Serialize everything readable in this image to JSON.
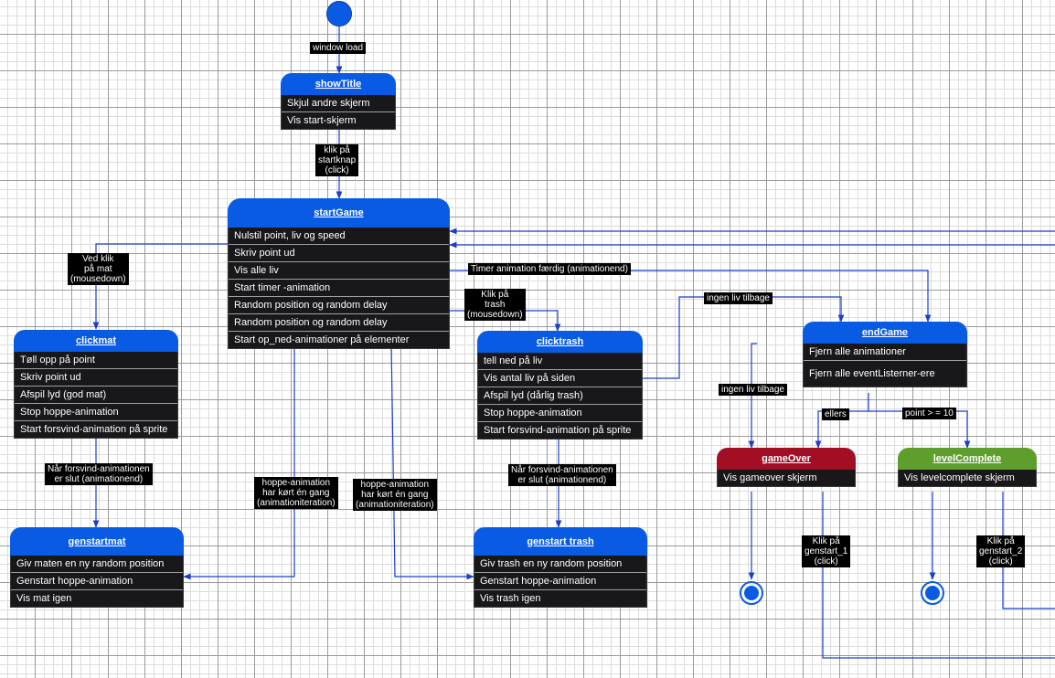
{
  "states": {
    "showTitle": {
      "title": "showTitle",
      "rows": [
        "Skjul andre skjerm",
        "Vis start-skjerm"
      ]
    },
    "startGame": {
      "title": "startGame",
      "rows": [
        "Nulstil point, liv og speed",
        "Skriv point ud",
        "Vis alle liv",
        "Start timer -animation",
        "Random position og random delay",
        "Random position og random delay",
        "Start op_ned-animationer på elementer"
      ]
    },
    "clickmat": {
      "title": "clickmat",
      "rows": [
        "Tøll opp på point",
        "Skriv point ud",
        "Afspil lyd (god mat)",
        "Stop hoppe-animation",
        "Start forsvind-animation på sprite"
      ]
    },
    "clicktrash": {
      "title": "clicktrash",
      "rows": [
        "tell ned på liv",
        "Vis antal liv på siden",
        "Afspil lyd (dårlig trash)",
        "Stop hoppe-animation",
        "Start forsvind-animation på sprite"
      ]
    },
    "endGame": {
      "title": "endGame",
      "rows": [
        "Fjern alle animationer",
        "Fjern alle eventListerner-ere"
      ]
    },
    "gameOver": {
      "title": "gameOver",
      "rows": [
        "Vis gameover skjerm"
      ]
    },
    "levelComplete": {
      "title": "levelComplete",
      "rows": [
        "Vis levelcomplete skjerm"
      ]
    },
    "genstartmat": {
      "title": "genstartmat",
      "rows": [
        "Giv maten en ny random position",
        "Genstart hoppe-animation",
        "Vis mat igen"
      ]
    },
    "genstartTrash": {
      "title": "genstart trash",
      "rows": [
        "Giv trash en ny random position",
        "Genstart hoppe-animation",
        "Vis trash igen"
      ]
    }
  },
  "transitions": {
    "window_load": "window load",
    "klik_startknap": "klik på\nstartknap\n(click)",
    "ved_klik_mat": "Ved klik\npå mat\n(mousedown)",
    "timer_done": "Timer animation færdig (animationend)",
    "klik_trash": "Klik på\ntrash\n(mousedown)",
    "ingen_liv_1": "ingen liv tilbage",
    "ingen_liv_2": "ingen liv tilbage",
    "ellers": "ellers",
    "point_ge_10": "point > = 10",
    "forsvind_mat": "Når forsvind-animationen\ner slut (animationend)",
    "forsvind_trash": "Når forsvind-animationen\ner slut (animationend)",
    "hoppe_1": "hoppe-animation\nhar kørt én gang\n(animationiteration)",
    "hoppe_2": "hoppe-animation\nhar kørt én gang\n(animationiteration)",
    "genstart_1": "Klik på\ngenstart_1\n(click)",
    "genstart_2": "Klik på\ngenstart_2\n(click)"
  },
  "colors": {
    "state_blue": "#0a5be3",
    "state_red": "#a20f25",
    "state_green": "#5e9e2c",
    "line_blue": "#1a3ec8"
  }
}
